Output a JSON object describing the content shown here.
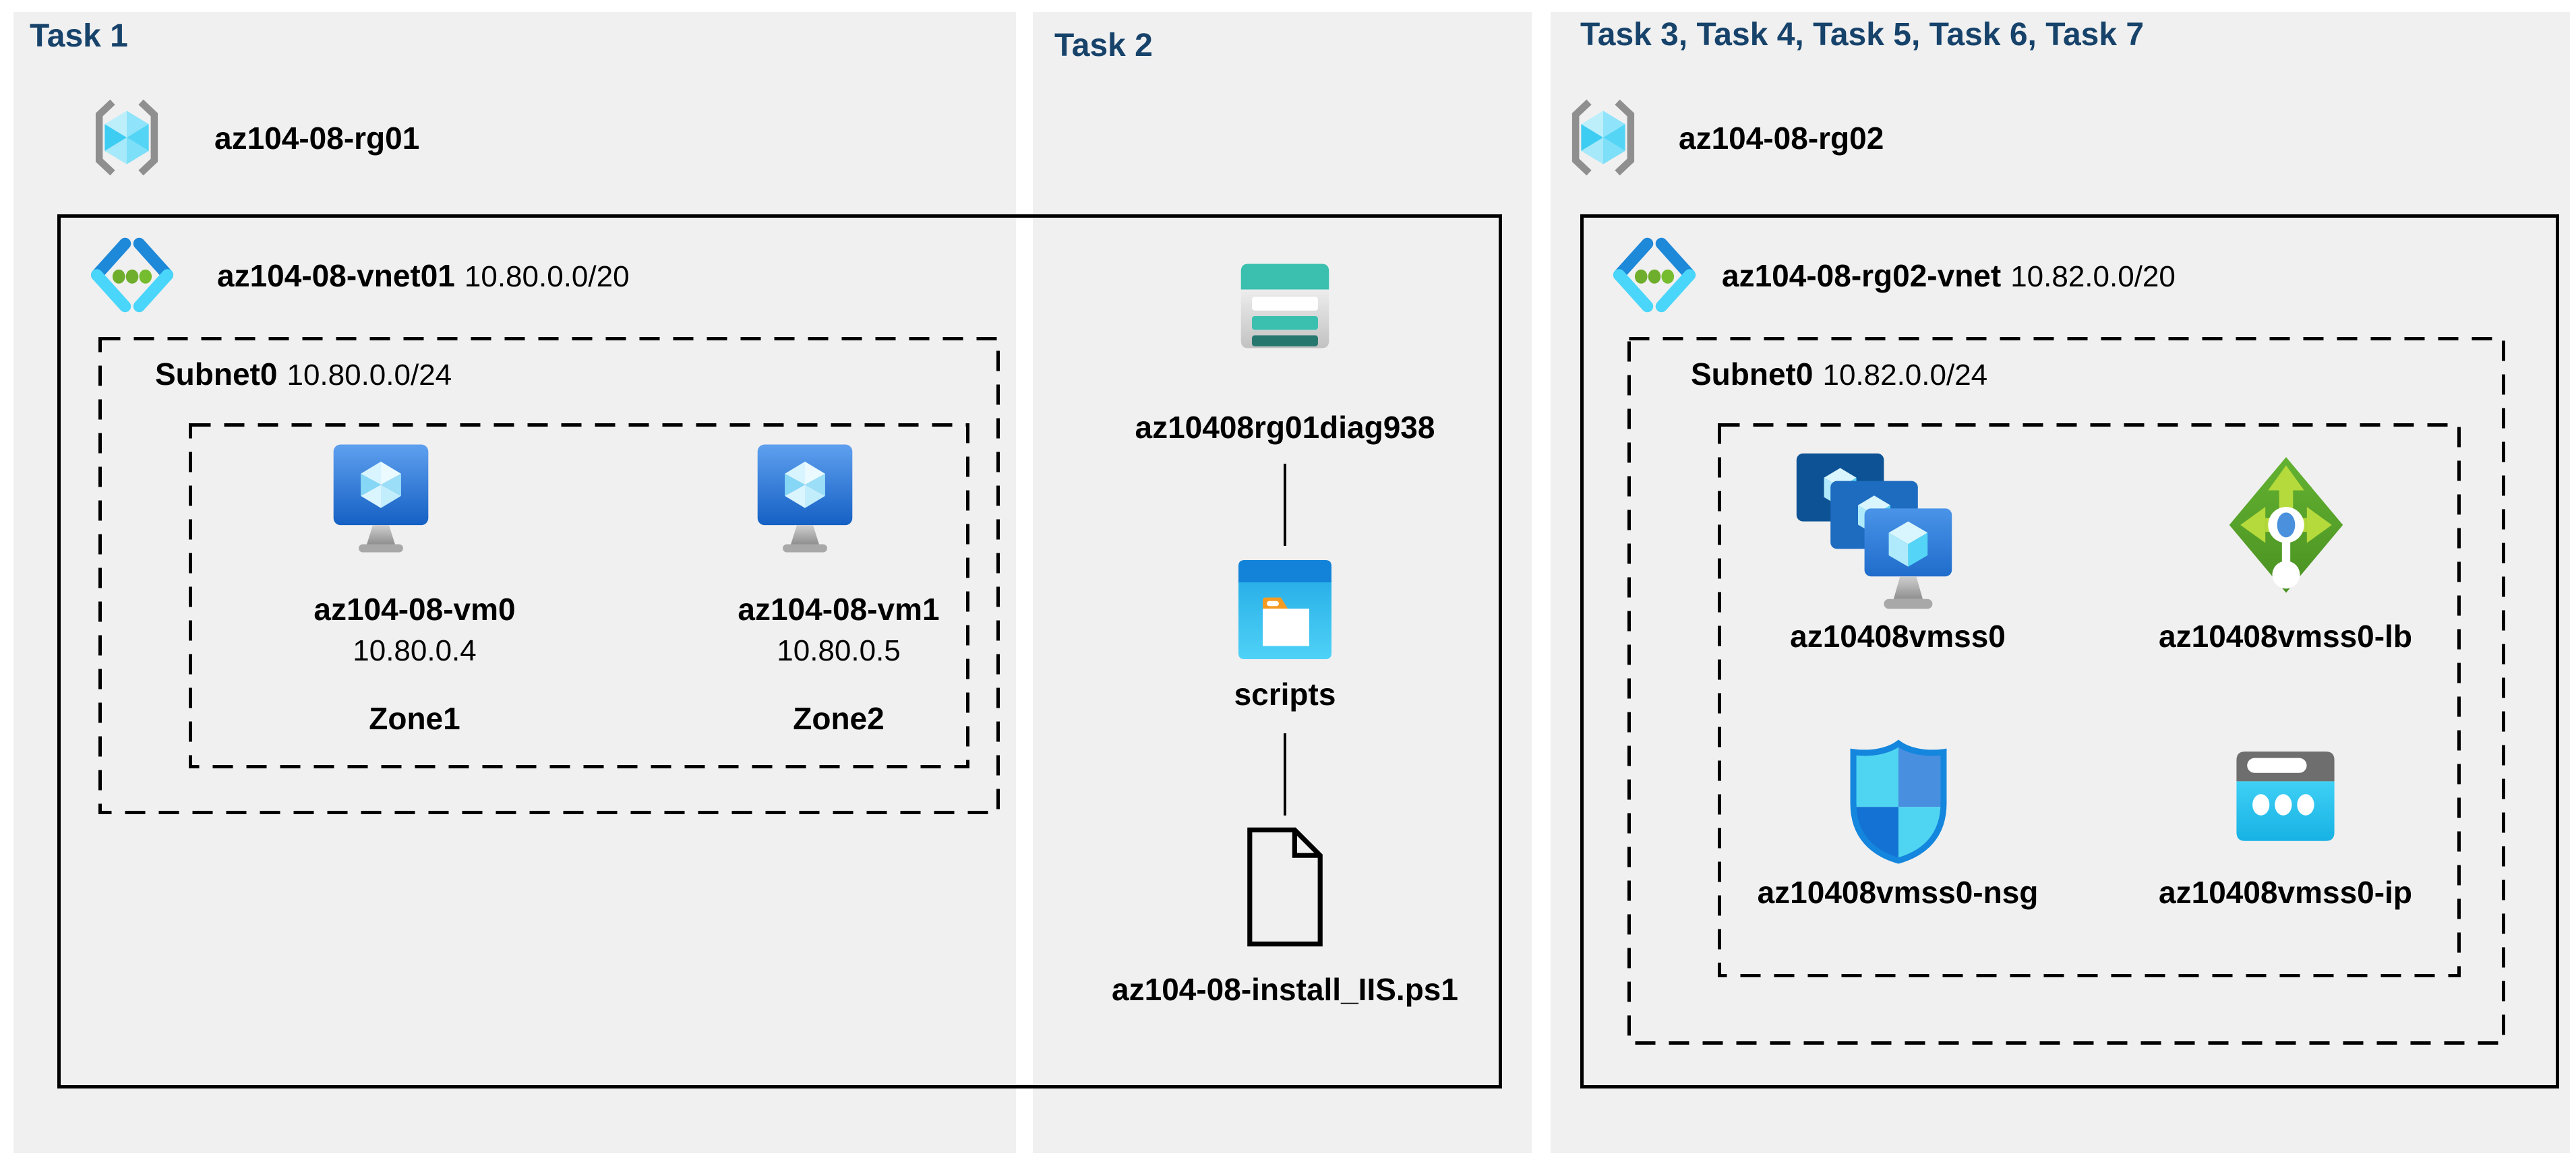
{
  "page": {
    "background": "#ffffff",
    "panel_background": "#f0f0f0",
    "header_color": "#17436b",
    "border_color": "#000000"
  },
  "task1": {
    "header": "Task 1",
    "rg_name": "az104-08-rg01",
    "vnet_name": "az104-08-vnet01",
    "vnet_cidr": "10.80.0.0/20",
    "subnet_name": "Subnet0",
    "subnet_cidr": "10.80.0.0/24",
    "vm0": {
      "name": "az104-08-vm0",
      "ip": "10.80.0.4",
      "zone": "Zone1"
    },
    "vm1": {
      "name": "az104-08-vm1",
      "ip": "10.80.0.5",
      "zone": "Zone2"
    }
  },
  "task2": {
    "header": "Task 2",
    "storage_account": "az10408rg01diag938",
    "container": "scripts",
    "script_file": "az104-08-install_IIS.ps1"
  },
  "task3": {
    "header": "Task 3, Task 4, Task 5, Task 6, Task 7",
    "rg_name": "az104-08-rg02",
    "vnet_name": "az104-08-rg02-vnet",
    "vnet_cidr": "10.82.0.0/20",
    "subnet_name": "Subnet0",
    "subnet_cidr": "10.82.0.0/24",
    "vmss_name": "az10408vmss0",
    "lb_name": "az10408vmss0-lb",
    "nsg_name": "az10408vmss0-nsg",
    "pip_name": "az10408vmss0-ip"
  },
  "icons": {
    "resource_group": "resource-group-icon",
    "virtual_network": "virtual-network-icon",
    "virtual_machine": "virtual-machine-icon",
    "storage_account": "storage-account-icon",
    "blob_container": "blob-container-icon",
    "script_file": "file-icon",
    "vm_scale_set": "vm-scale-set-icon",
    "load_balancer": "load-balancer-icon",
    "network_security_group": "network-security-group-icon",
    "public_ip": "public-ip-icon"
  },
  "icon_colors": {
    "resource_group_bracket": "#8f8f8f",
    "cube_cyan": "#50d5f5",
    "vnet_blue": "#1e88d9",
    "vnet_cyan": "#49d6fa",
    "vnet_dot_green": "#6fae2c",
    "vm_screen_blue": "#2a7cd8",
    "storage_teal": "#3bbfae",
    "storage_dark_teal": "#26786e",
    "folder_orange": "#f59b22",
    "container_blue": "#1283d8",
    "lb_green": "#55a12b",
    "lb_arrow_green": "#b5da3b",
    "nsg_blue": "#1486dd",
    "pip_cyan": "#2fc8f2",
    "pip_gray": "#6e6e6e"
  }
}
